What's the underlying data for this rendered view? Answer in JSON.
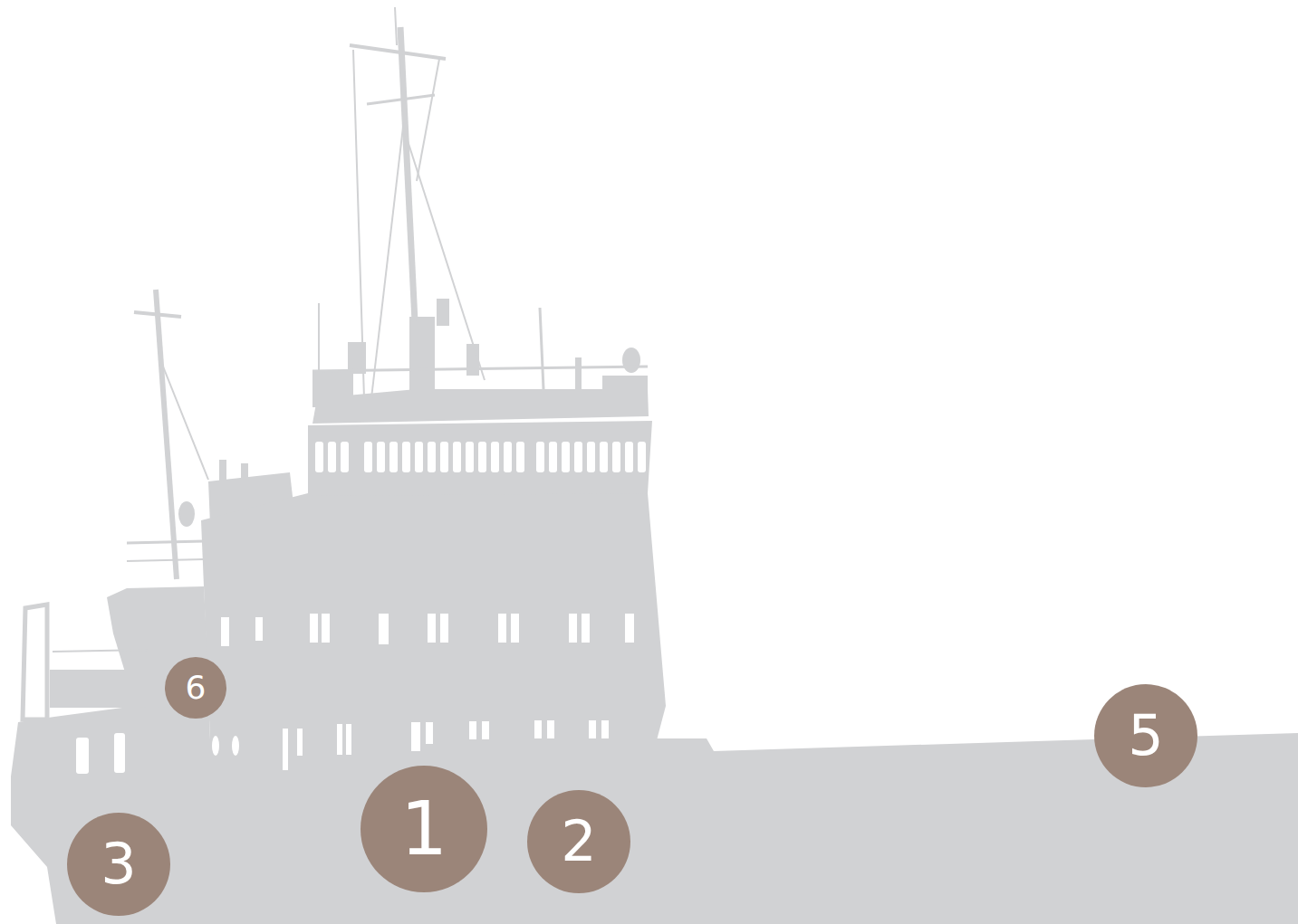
{
  "diagram": {
    "labels": [
      "6",
      "5",
      "1",
      "2",
      "3"
    ]
  }
}
